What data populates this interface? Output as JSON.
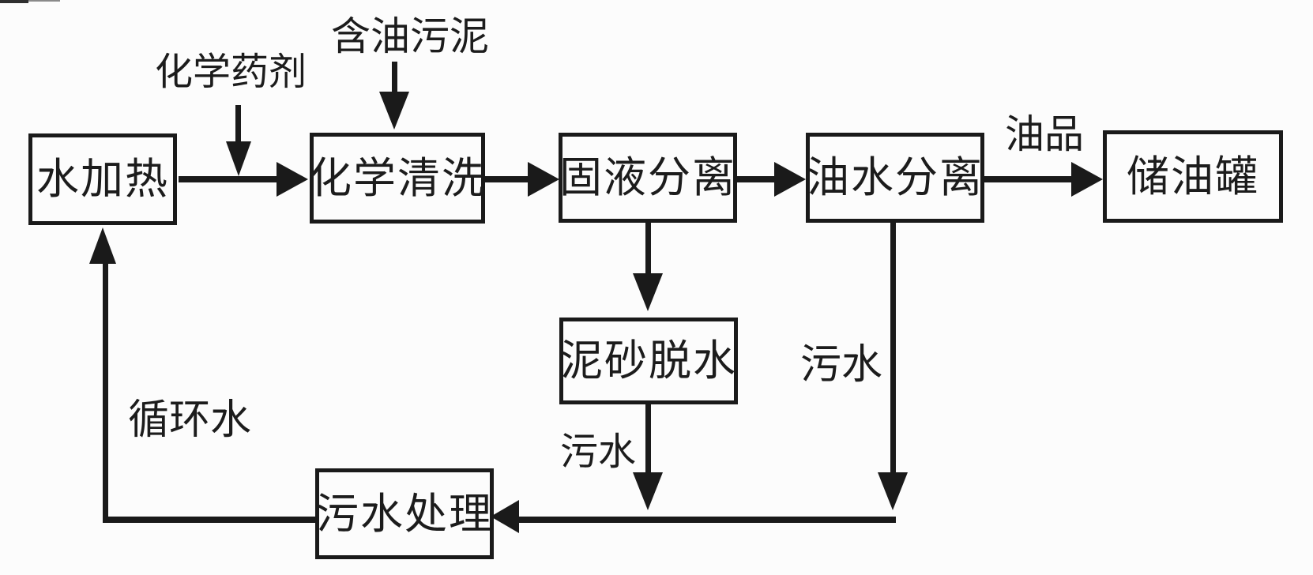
{
  "colors": {
    "ink": "#1a1a1a",
    "background": "#fcfcfc",
    "text": "#1c1c1c"
  },
  "nodes": {
    "water_heating": "水加热",
    "chemical_cleaning": "化学清洗",
    "solid_liquid_separation": "固液分离",
    "oil_water_separation": "油水分离",
    "oil_storage_tank": "储油罐",
    "sand_dewatering": "泥砂脱水",
    "wastewater_treatment": "污水处理"
  },
  "labels": {
    "chemical_agent": "化学药剂",
    "oily_sludge": "含油污泥",
    "oil_product": "油品",
    "wastewater_from_separator": "污水",
    "wastewater_from_dewatering": "污水",
    "circulating_water": "循环水"
  },
  "edges": [
    {
      "from": "水加热",
      "to": "化学清洗",
      "label": ""
    },
    {
      "from": "化学药剂",
      "to": "水加热→化学清洗",
      "label": "化学药剂"
    },
    {
      "from": "含油污泥",
      "to": "化学清洗",
      "label": "含油污泥"
    },
    {
      "from": "化学清洗",
      "to": "固液分离",
      "label": ""
    },
    {
      "from": "固液分离",
      "to": "油水分离",
      "label": ""
    },
    {
      "from": "油水分离",
      "to": "储油罐",
      "label": "油品"
    },
    {
      "from": "固液分离",
      "to": "泥砂脱水",
      "label": ""
    },
    {
      "from": "泥砂脱水",
      "to": "污水处理",
      "label": "污水"
    },
    {
      "from": "油水分离",
      "to": "污水处理",
      "label": "污水"
    },
    {
      "from": "污水处理",
      "to": "水加热",
      "label": "循环水"
    }
  ]
}
